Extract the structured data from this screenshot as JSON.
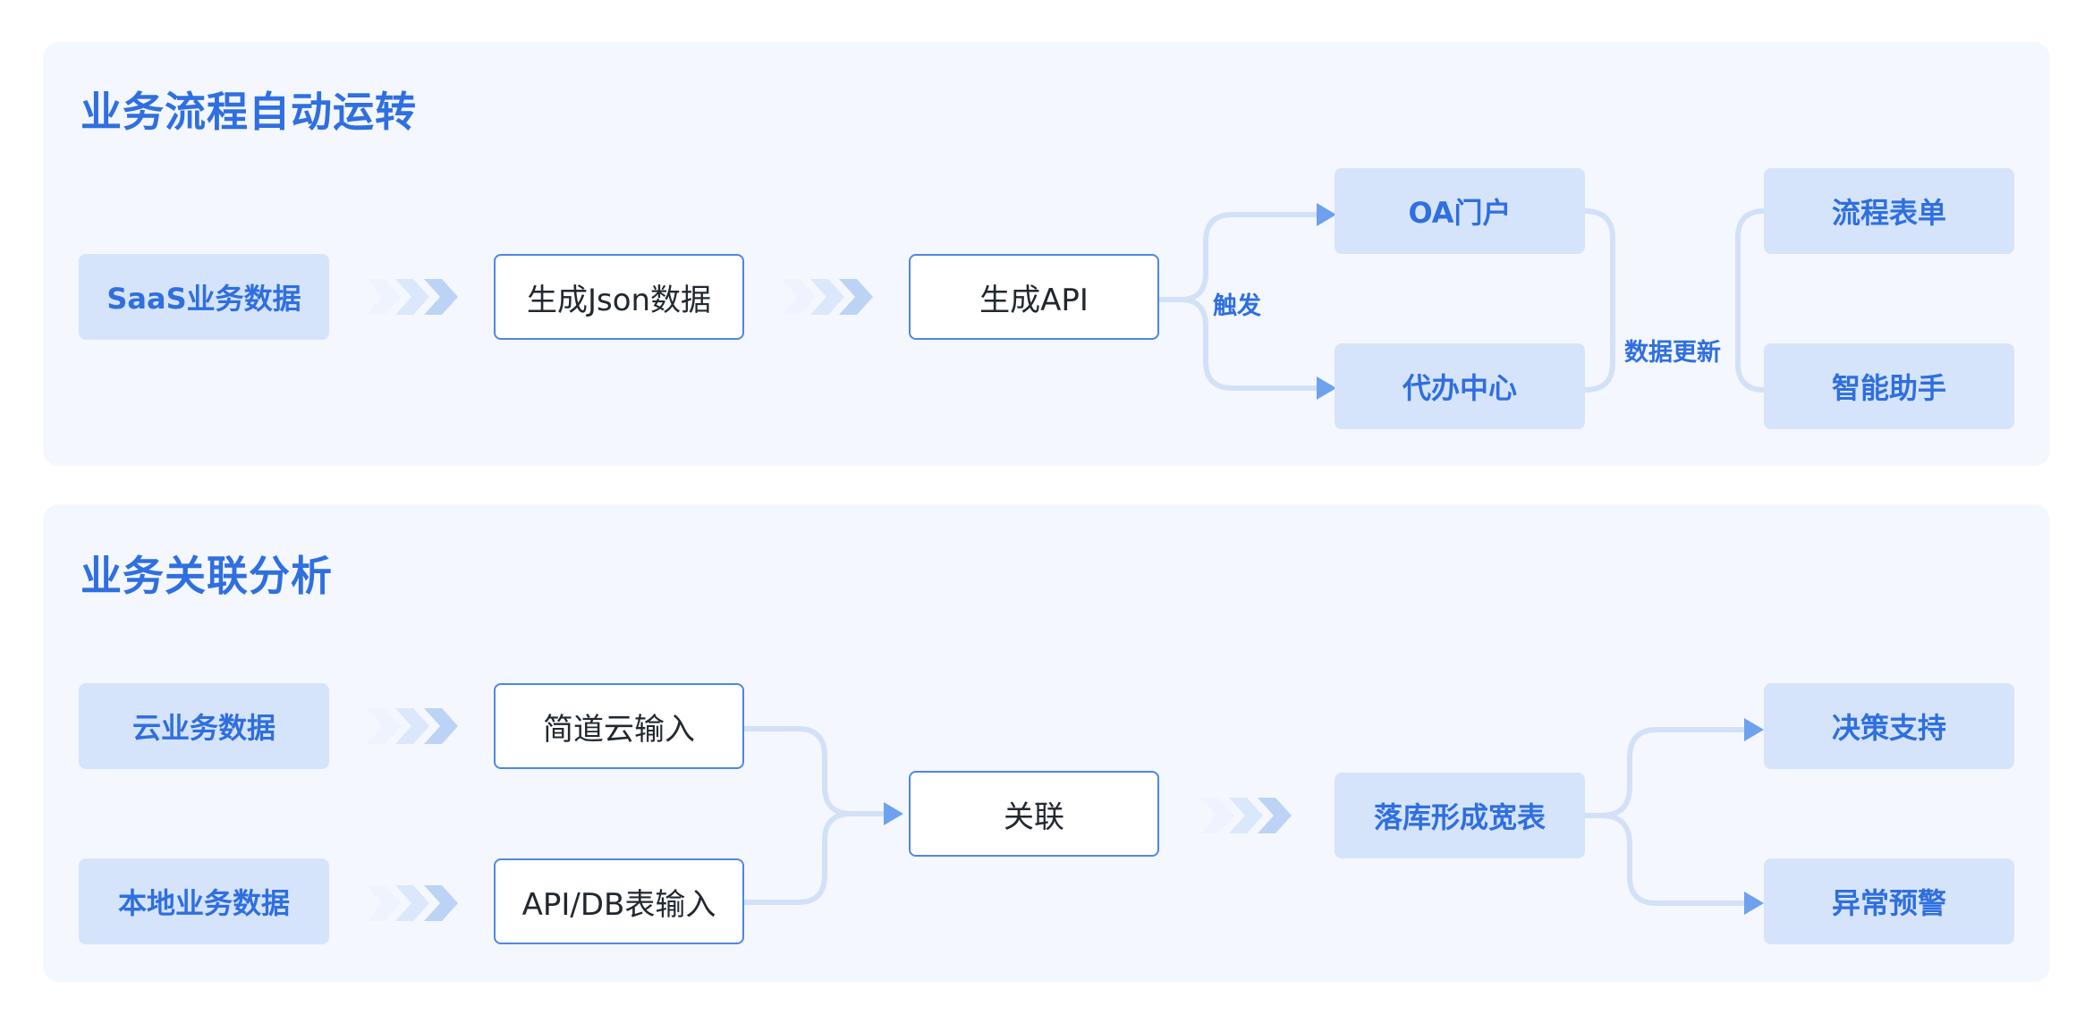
{
  "sections": [
    {
      "title": "业务流程自动运转",
      "nodes": {
        "saas_data": "SaaS业务数据",
        "gen_json": "生成Json数据",
        "gen_api": "生成API",
        "oa_portal": "OA门户",
        "todo_center": "代办中心",
        "process_form": "流程表单",
        "smart_assistant": "智能助手"
      },
      "edge_labels": {
        "trigger": "触发",
        "data_update": "数据更新"
      }
    },
    {
      "title": "业务关联分析",
      "nodes": {
        "cloud_data": "云业务数据",
        "local_data": "本地业务数据",
        "jiandaoyun_input": "简道云输入",
        "api_db_input": "API/DB表输入",
        "relate": "关联",
        "wide_table": "落库形成宽表",
        "decision_support": "决策支持",
        "anomaly_alert": "异常预警"
      }
    }
  ],
  "colors": {
    "accent": "#2f6fe0",
    "panel_bg": "#f4f7fd",
    "filled_node_bg": "#d6e4fb",
    "node_border": "#4f86e6",
    "connector": "#d2e1f8",
    "arrow": "#6ea2ee"
  },
  "icons": {
    "flow_arrow": "triple-chevron-right-icon",
    "connector_head": "triangle-arrow-icon"
  }
}
